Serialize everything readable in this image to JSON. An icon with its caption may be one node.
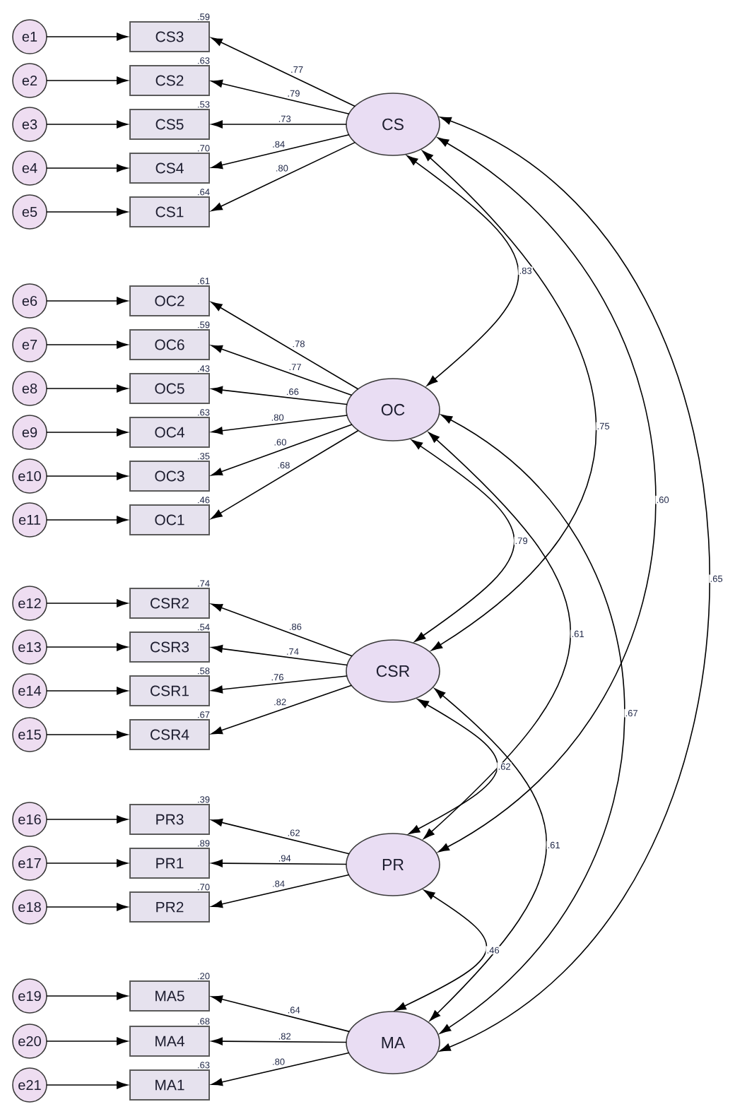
{
  "diagram": {
    "nodes": [
      {
        "text": [
          "e1"
        ]
      },
      {
        "text": [
          "e2"
        ]
      },
      {
        "text": [
          "e3"
        ]
      },
      {
        "text": [
          "e4"
        ]
      },
      {
        "text": [
          "e5"
        ]
      },
      {
        "text": [
          "CS3"
        ],
        "beside": [
          ".59"
        ]
      },
      {
        "text": [
          "CS2"
        ],
        "beside": [
          ".63"
        ]
      },
      {
        "text": [
          "CS5"
        ],
        "beside": [
          ".53"
        ]
      },
      {
        "text": [
          "CS4"
        ],
        "beside": [
          ".70"
        ]
      },
      {
        "text": [
          "CS1"
        ],
        "beside": [
          ".64"
        ]
      },
      {
        "text": [
          "CS"
        ]
      },
      {
        "text": [
          "e6"
        ]
      },
      {
        "text": [
          "e7"
        ]
      },
      {
        "text": [
          "e8"
        ]
      },
      {
        "text": [
          "e9"
        ]
      },
      {
        "text": [
          "e10"
        ]
      },
      {
        "text": [
          "e11"
        ]
      },
      {
        "text": [
          "OC2"
        ],
        "beside": [
          ".61"
        ]
      },
      {
        "text": [
          "OC6"
        ],
        "beside": [
          ".59"
        ]
      },
      {
        "text": [
          "OC5"
        ],
        "beside": [
          ".43"
        ]
      },
      {
        "text": [
          "OC4"
        ],
        "beside": [
          ".63"
        ]
      },
      {
        "text": [
          "OC3"
        ],
        "beside": [
          ".35"
        ]
      },
      {
        "text": [
          "OC1"
        ],
        "beside": [
          ".46"
        ]
      },
      {
        "text": [
          "OC"
        ]
      },
      {
        "text": [
          "e12"
        ]
      },
      {
        "text": [
          "e13"
        ]
      },
      {
        "text": [
          "e14"
        ]
      },
      {
        "text": [
          "e15"
        ]
      },
      {
        "text": [
          "CSR2"
        ],
        "beside": [
          ".74"
        ]
      },
      {
        "text": [
          "CSR3"
        ],
        "beside": [
          ".54"
        ]
      },
      {
        "text": [
          "CSR1"
        ],
        "beside": [
          ".58"
        ]
      },
      {
        "text": [
          "CSR4"
        ],
        "beside": [
          ".67"
        ]
      },
      {
        "text": [
          "CSR"
        ]
      },
      {
        "text": [
          "e16"
        ]
      },
      {
        "text": [
          "e17"
        ]
      },
      {
        "text": [
          "e18"
        ]
      },
      {
        "text": [
          "PR3"
        ],
        "beside": [
          ".39"
        ]
      },
      {
        "text": [
          "PR1"
        ],
        "beside": [
          ".89"
        ]
      },
      {
        "text": [
          "PR2"
        ],
        "beside": [
          ".70"
        ]
      },
      {
        "text": [
          "PR"
        ]
      },
      {
        "text": [
          "e19"
        ]
      },
      {
        "text": [
          "e20"
        ]
      },
      {
        "text": [
          "e21"
        ]
      },
      {
        "text": [
          "MA5"
        ],
        "beside": [
          ".20"
        ]
      },
      {
        "text": [
          "MA4"
        ],
        "beside": [
          ".68"
        ]
      },
      {
        "text": [
          "MA1"
        ],
        "beside": [
          ".63"
        ]
      },
      {
        "text": [
          "MA"
        ]
      }
    ],
    "edges": [
      {
        "from": 0,
        "to": 5,
        "arrow": "to"
      },
      {
        "from": 1,
        "to": 6,
        "arrow": "to"
      },
      {
        "from": 2,
        "to": 7,
        "arrow": "to"
      },
      {
        "from": 3,
        "to": 8,
        "arrow": "to"
      },
      {
        "from": 4,
        "to": 9,
        "arrow": "to"
      },
      {
        "from": 10,
        "to": 5,
        "arrow": "to",
        "label": ".77"
      },
      {
        "from": 10,
        "to": 6,
        "arrow": "to",
        "label": ".79"
      },
      {
        "from": 10,
        "to": 7,
        "arrow": "to",
        "label": ".73"
      },
      {
        "from": 10,
        "to": 8,
        "arrow": "to",
        "label": ".84"
      },
      {
        "from": 10,
        "to": 9,
        "arrow": "to",
        "label": ".80"
      },
      {
        "from": 11,
        "to": 17,
        "arrow": "to"
      },
      {
        "from": 12,
        "to": 18,
        "arrow": "to"
      },
      {
        "from": 13,
        "to": 19,
        "arrow": "to"
      },
      {
        "from": 14,
        "to": 20,
        "arrow": "to"
      },
      {
        "from": 15,
        "to": 21,
        "arrow": "to"
      },
      {
        "from": 16,
        "to": 22,
        "arrow": "to"
      },
      {
        "from": 23,
        "to": 17,
        "arrow": "to",
        "label": ".78"
      },
      {
        "from": 23,
        "to": 18,
        "arrow": "to",
        "label": ".77"
      },
      {
        "from": 23,
        "to": 19,
        "arrow": "to",
        "label": ".66"
      },
      {
        "from": 23,
        "to": 20,
        "arrow": "to",
        "label": ".80"
      },
      {
        "from": 23,
        "to": 21,
        "arrow": "to",
        "label": ".60"
      },
      {
        "from": 23,
        "to": 22,
        "arrow": "to",
        "label": ".68"
      },
      {
        "from": 24,
        "to": 28,
        "arrow": "to"
      },
      {
        "from": 25,
        "to": 29,
        "arrow": "to"
      },
      {
        "from": 26,
        "to": 30,
        "arrow": "to"
      },
      {
        "from": 27,
        "to": 31,
        "arrow": "to"
      },
      {
        "from": 32,
        "to": 28,
        "arrow": "to",
        "label": ".86"
      },
      {
        "from": 32,
        "to": 29,
        "arrow": "to",
        "label": ".74"
      },
      {
        "from": 32,
        "to": 30,
        "arrow": "to",
        "label": ".76"
      },
      {
        "from": 32,
        "to": 31,
        "arrow": "to",
        "label": ".82"
      },
      {
        "from": 33,
        "to": 36,
        "arrow": "to"
      },
      {
        "from": 34,
        "to": 37,
        "arrow": "to"
      },
      {
        "from": 35,
        "to": 38,
        "arrow": "to"
      },
      {
        "from": 39,
        "to": 36,
        "arrow": "to",
        "label": ".62"
      },
      {
        "from": 39,
        "to": 37,
        "arrow": "to",
        "label": ".94"
      },
      {
        "from": 39,
        "to": 38,
        "arrow": "to",
        "label": ".84"
      },
      {
        "from": 40,
        "to": 43,
        "arrow": "to"
      },
      {
        "from": 41,
        "to": 44,
        "arrow": "to"
      },
      {
        "from": 42,
        "to": 45,
        "arrow": "to"
      },
      {
        "from": 46,
        "to": 43,
        "arrow": "to",
        "label": ".64"
      },
      {
        "from": 46,
        "to": 44,
        "arrow": "to",
        "label": ".82"
      },
      {
        "from": 46,
        "to": 45,
        "arrow": "to",
        "label": ".80"
      },
      {
        "from": 10,
        "to": 23,
        "arrow": "both",
        "label": ".83"
      },
      {
        "from": 10,
        "to": 32,
        "arrow": "both",
        "label": ".75"
      },
      {
        "from": 10,
        "to": 39,
        "arrow": "both",
        "label": ".60"
      },
      {
        "from": 10,
        "to": 46,
        "arrow": "both",
        "label": ".65"
      },
      {
        "from": 23,
        "to": 32,
        "arrow": "both",
        "label": ".79"
      },
      {
        "from": 23,
        "to": 39,
        "arrow": "both",
        "label": ".61"
      },
      {
        "from": 23,
        "to": 46,
        "arrow": "both",
        "label": ".67"
      },
      {
        "from": 32,
        "to": 39,
        "arrow": "both",
        "label": ".62"
      },
      {
        "from": 32,
        "to": 46,
        "arrow": "both",
        "label": ".61"
      },
      {
        "from": 39,
        "to": 46,
        "arrow": "both",
        "label": ".46"
      }
    ]
  }
}
